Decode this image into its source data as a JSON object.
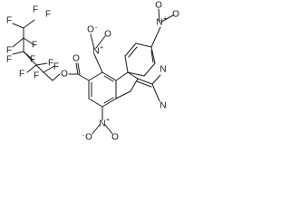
{
  "molecule": {
    "labels": {
      "fluorine": "F",
      "oxygen": "O",
      "nitrogen": "N",
      "nitrogen_plus": "N",
      "charge_plus": "+",
      "charge_minus": "-",
      "oxygen_minus": "O"
    },
    "groups": {
      "nitro_1": "NO2 (top)",
      "nitro_2": "NO2 (top-right)",
      "nitro_3": "NO2 (bottom)",
      "cyano_1": "CN",
      "cyano_2": "CN"
    }
  }
}
